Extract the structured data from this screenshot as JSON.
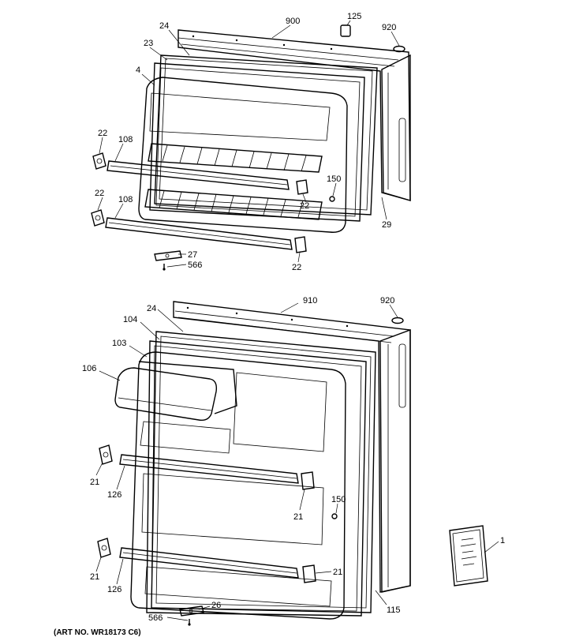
{
  "callouts": {
    "upper_900": "900",
    "upper_125": "125",
    "upper_920": "920",
    "upper_24": "24",
    "upper_23": "23",
    "upper_4": "4",
    "upper_22_a": "22",
    "upper_108_a": "108",
    "upper_22_b": "22",
    "upper_108_b": "108",
    "upper_150": "150",
    "upper_22_c": "22",
    "upper_29": "29",
    "upper_27": "27",
    "upper_566": "566",
    "upper_22_d": "22",
    "lower_910": "910",
    "lower_920": "920",
    "lower_24": "24",
    "lower_104": "104",
    "lower_103": "103",
    "lower_106": "106",
    "lower_21_a": "21",
    "lower_126_a": "126",
    "lower_150": "150",
    "lower_21_b": "21",
    "lower_21_c": "21",
    "lower_126_b": "126",
    "lower_1": "1",
    "lower_115": "115",
    "lower_566": "566",
    "lower_26": "26"
  },
  "caption": "(ART NO. WR18173 C6)"
}
